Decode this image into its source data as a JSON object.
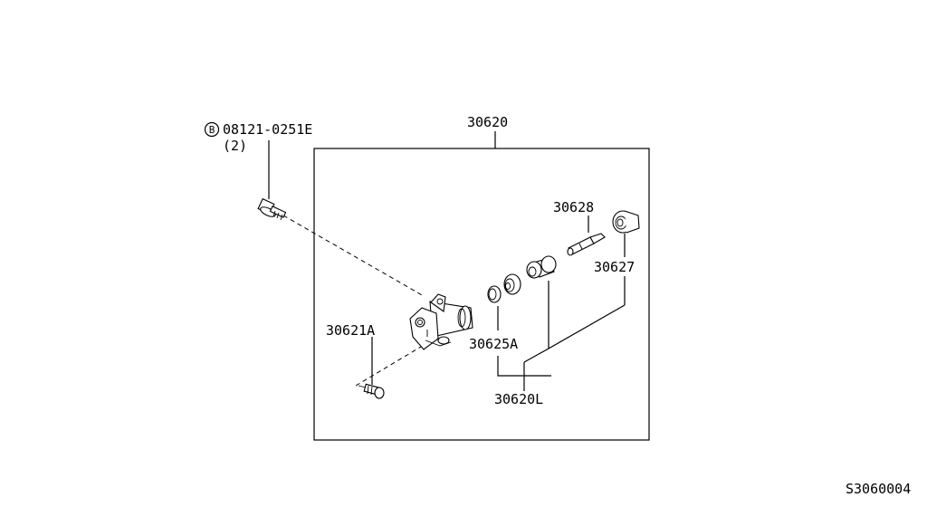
{
  "callouts": {
    "bolt_prefix": "B",
    "bolt": "08121-0251E",
    "bolt_qty": "(2)",
    "assembly": "30620",
    "rod": "30628",
    "boot": "30627",
    "bleeder": "30621A",
    "piston_kit": "30625A",
    "kit": "30620L"
  },
  "diagram_code": "S3060004"
}
